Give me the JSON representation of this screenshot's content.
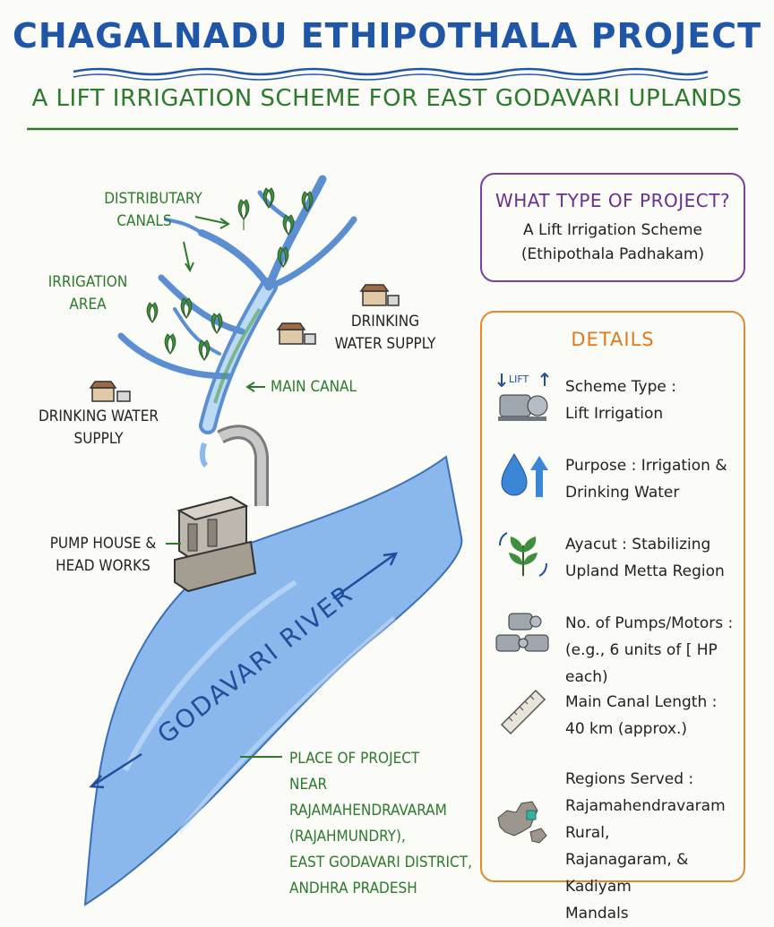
{
  "header": {
    "title": "CHAGALNADU ETHIPOTHALA PROJECT",
    "subtitle": "A LIFT IRRIGATION SCHEME FOR EAST GODAVARI UPLANDS"
  },
  "diagram": {
    "distributary_canals": [
      "DISTRIBUTARY",
      "CANALS"
    ],
    "irrigation_area": [
      "IRRIGATION",
      "AREA"
    ],
    "drinking_water_right": [
      "DRINKING",
      "WATER SUPPLY"
    ],
    "drinking_water_left": [
      "DRINKING WATER",
      "SUPPLY"
    ],
    "main_canal": "MAIN CANAL",
    "pump_house": [
      "PUMP HOUSE &",
      "HEAD WORKS"
    ],
    "river_name": "GODAVARI RIVER",
    "place_of_project": [
      "PLACE OF PROJECT",
      "NEAR RAJAMAHENDRAVARAM",
      "(RAJAHMUNDRY),",
      "EAST GODAVARI DISTRICT,",
      "ANDHRA PRADESH"
    ],
    "lift_tag": "LIFT"
  },
  "project_type": {
    "heading": "WHAT TYPE OF PROJECT?",
    "line1": "A Lift Irrigation Scheme",
    "line2": "(Ethipothala Padhakam)"
  },
  "details": {
    "heading": "DETAILS",
    "items": [
      {
        "icon": "lift-pump-icon",
        "line1": "Scheme Type :",
        "line2": "Lift Irrigation"
      },
      {
        "icon": "water-drop-arrow-icon",
        "line1": "Purpose : Irrigation &",
        "line2": "Drinking Water"
      },
      {
        "icon": "plant-cycle-icon",
        "line1": "Ayacut : Stabilizing",
        "line2": "Upland Metta Region"
      },
      {
        "icon": "motors-icon",
        "line1": "No. of Pumps/Motors :",
        "line2": "(e.g., 6 units of [ HP each)"
      },
      {
        "icon": "ruler-icon",
        "line1": "Main Canal Length :",
        "line2": "40 km (approx.)"
      },
      {
        "icon": "map-icon",
        "line1": "Regions Served :",
        "line2": "Rajamahendravaram Rural,",
        "line3": "Rajanagaram, & Kadiyam",
        "line4": "Mandals"
      }
    ]
  },
  "colors": {
    "title": "#1f56a8",
    "subtitle": "#2c7a2c",
    "type_box": "#7a3fa0",
    "details_box": "#e08a2e",
    "river": "#8ab8ec"
  }
}
